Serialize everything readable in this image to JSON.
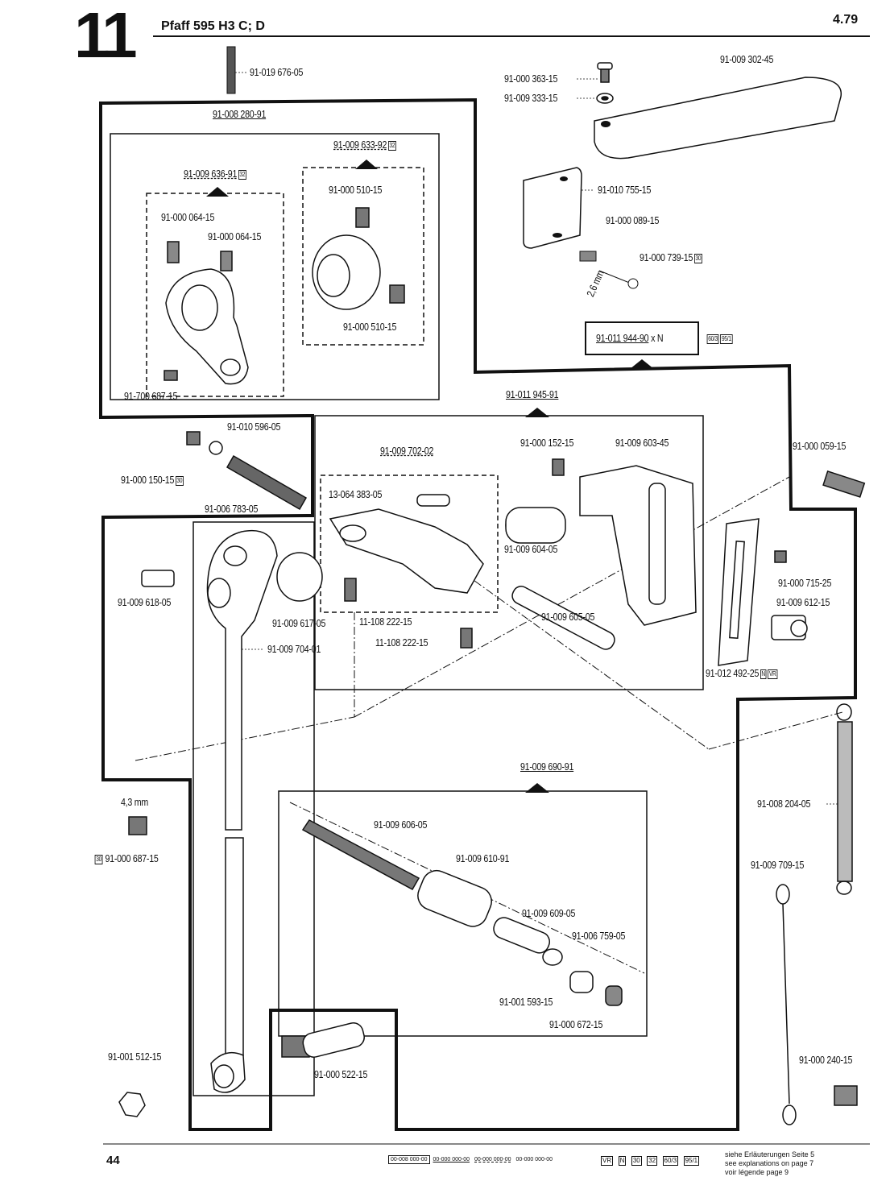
{
  "header": {
    "chapter": "11",
    "title": "Pfaff 595 H3 C; D",
    "date": "4.79"
  },
  "footer": {
    "page_number": "44",
    "legend_keys": [
      "00-008 000-00",
      "00-000 000-00",
      "00-000 000-00",
      "00-000 000-00"
    ],
    "tags": [
      "VR",
      "N",
      "30",
      "32",
      "60/3",
      "95/1"
    ],
    "note_de": "siehe Erläuterungen Seite 5",
    "note_en": "see explanations on page 7",
    "note_fr": "voir légende page 9"
  },
  "parts": {
    "p01": "91-019 676-05",
    "p02": "91-008 280-91",
    "p03": "91-009 633-92",
    "p03_tag": "32",
    "p04": "91-009 636-91",
    "p04_tag": "32",
    "p05": "91-000 510-15",
    "p06": "91-000 064-15",
    "p07": "91-000 064-15",
    "p08": "91-000 510-15",
    "p09": "91-700 687-15",
    "p10": "91-000 363-15",
    "p11": "91-009 333-15",
    "p12": "91-009 302-45",
    "p13": "91-010 755-15",
    "p14": "91-000 089-15",
    "p15": "91-000 739-15",
    "p15_tag": "30",
    "p15_dim": "2,6 mm",
    "p16": "91-011 944-90",
    "p16_suffix": "x N",
    "p16_tags": [
      "60/3",
      "95/1"
    ],
    "p17": "91-011 945-91",
    "p18": "91-010 596-05",
    "p19": "91-000 150-15",
    "p19_tag": "30",
    "p20": "91-006 783-05",
    "p21": "91-009 702-02",
    "p22": "13-064 383-05",
    "p23": "91-000 152-15",
    "p24": "91-009 603-45",
    "p25": "91-000 059-15",
    "p26": "91-009 604-05",
    "p27": "91-009 618-05",
    "p28": "91-009 617-05",
    "p29": "11-108 222-15",
    "p30": "11-108 222-15",
    "p31": "91-009 704-01",
    "p32": "91-009 605-05",
    "p33": "91-000 715-25",
    "p34": "91-009 612-15",
    "p35": "91-012 492-25",
    "p35_tags": [
      "N",
      "VR"
    ],
    "p36": "4,3 mm",
    "p37": "91-000 687-15",
    "p37_tag": "30",
    "p38": "91-009 690-91",
    "p39": "91-009 606-05",
    "p40": "91-009 610-91",
    "p41": "91-009 609-05",
    "p42": "91-006 759-05",
    "p43": "91-001 593-15",
    "p44": "91-000 672-15",
    "p45": "91-008 204-05",
    "p46": "91-009 709-15",
    "p47": "91-001 512-15",
    "p48": "91-000 522-15",
    "p49": "91-000 240-15"
  }
}
